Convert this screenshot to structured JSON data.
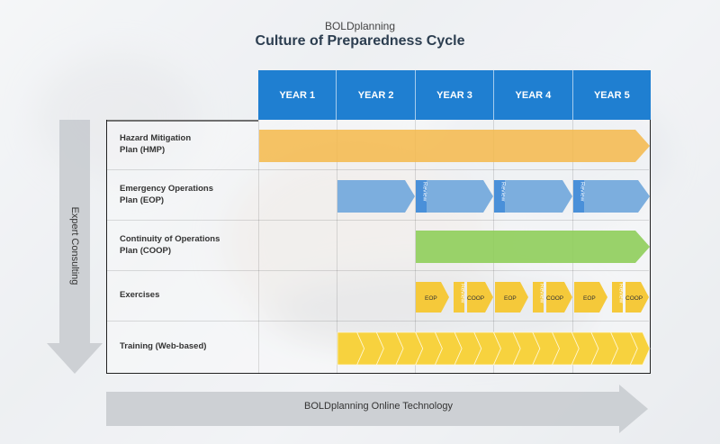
{
  "header": {
    "brand": "BOLDplanning",
    "title": "Culture of Preparedness Cycle"
  },
  "years": [
    "YEAR 1",
    "YEAR 2",
    "YEAR 3",
    "YEAR 4",
    "YEAR 5"
  ],
  "rows": [
    {
      "line1": "Hazard Mitigation",
      "line2": "Plan (HMP)"
    },
    {
      "line1": "Emergency Operations",
      "line2": "Plan (EOP)"
    },
    {
      "line1": "Continuity of Operations",
      "line2": "Plan (COOP)"
    },
    {
      "line1": "Exercises",
      "line2": ""
    },
    {
      "line1": "Training (Web-based)",
      "line2": ""
    }
  ],
  "labels": {
    "review": "Review",
    "eop": "EOP",
    "coop": "COOP"
  },
  "side_arrow_label": "Expert Consulting",
  "bottom_arrow_label": "BOLDplanning Online Technology",
  "colors": {
    "header_blue": "#1f7fd1",
    "hmp_orange": "#f5b84a",
    "eop_blue": "#6fa6dc",
    "review_blue": "#4a90d9",
    "coop_green": "#8fce5a",
    "exercise_yellow": "#f5c93a",
    "training_yellow": "#f7d23e",
    "arrow_gray": "#c9ccd0"
  }
}
